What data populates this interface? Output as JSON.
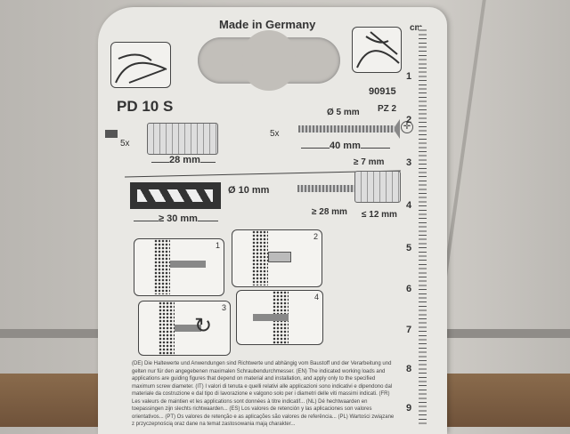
{
  "packaging": {
    "made_in": "Made in Germany",
    "product": "PD 10 S",
    "article_number": "90915",
    "ruler_unit": "cm",
    "ruler_numbers": [
      "1",
      "2",
      "3",
      "4",
      "5",
      "6",
      "7",
      "8",
      "9"
    ],
    "dowel": {
      "quantity": "5x",
      "length": "28 mm"
    },
    "screw": {
      "quantity": "5x",
      "diameter": "Ø 5 mm",
      "length": "40 mm",
      "drive": "PZ 2"
    },
    "drill": {
      "diameter": "Ø 10 mm",
      "depth": "≥ 30 mm"
    },
    "install": {
      "min_a": "≥ 7 mm",
      "min_b": "≥ 28 mm",
      "max": "≤ 12 mm"
    },
    "steps": [
      "1",
      "2",
      "3",
      "4"
    ],
    "fine_print": "(DE) Die Haltewerte und Anwendungen sind Richtwerte und abhängig vom Baustoff und der Verarbeitung und gelten nur für den angegebenen maximalen Schraubendurchmesser. (EN) The indicated working loads and applications are guiding figures that depend on material and installation, and apply only to the specified maximum screw diameter. (IT) I valori di tenuta e quelli relativi alle applicazioni sono indicativi e dipendono dal materiale da costruzione e dal tipo di lavorazione e valgono solo per i diametri delle viti massimi indicati. (FR) Les valeurs de maintien et les applications sont données à titre indicatif... (NL) Dé hechtwaarden en toepassingen zijn slechts richtwaarden... (ES) Los valores de retención y las aplicaciones son valores orientativos... (PT) Os valores de retenção e as aplicações são valores de referência... (PL) Wartości związane z przyczepnością oraz dane na temat zastosowania mają charakter..."
  }
}
